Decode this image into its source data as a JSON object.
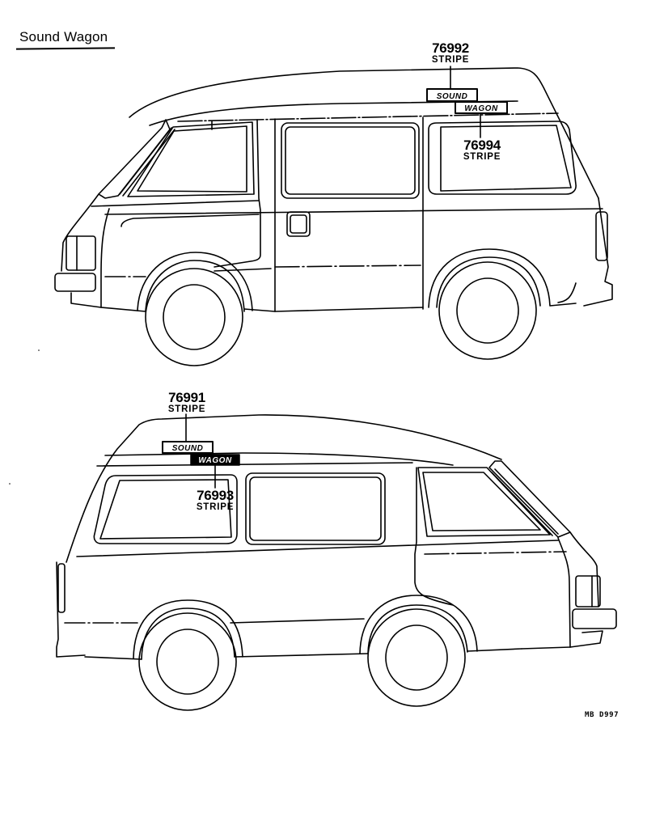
{
  "title": "Sound Wagon",
  "drawing_code": "MB D997",
  "views": [
    {
      "name": "left-side-view",
      "callouts": [
        {
          "part_number": "76992",
          "label": "STRIPE",
          "badge": "SOUND"
        },
        {
          "part_number": "76994",
          "label": "STRIPE",
          "badge": "WAGON"
        }
      ]
    },
    {
      "name": "right-side-view",
      "callouts": [
        {
          "part_number": "76991",
          "label": "STRIPE",
          "badge": "SOUND"
        },
        {
          "part_number": "76993",
          "label": "STRIPE",
          "badge": "WAGON"
        }
      ]
    }
  ],
  "colors": {
    "line": "#000000",
    "background": "#ffffff"
  }
}
